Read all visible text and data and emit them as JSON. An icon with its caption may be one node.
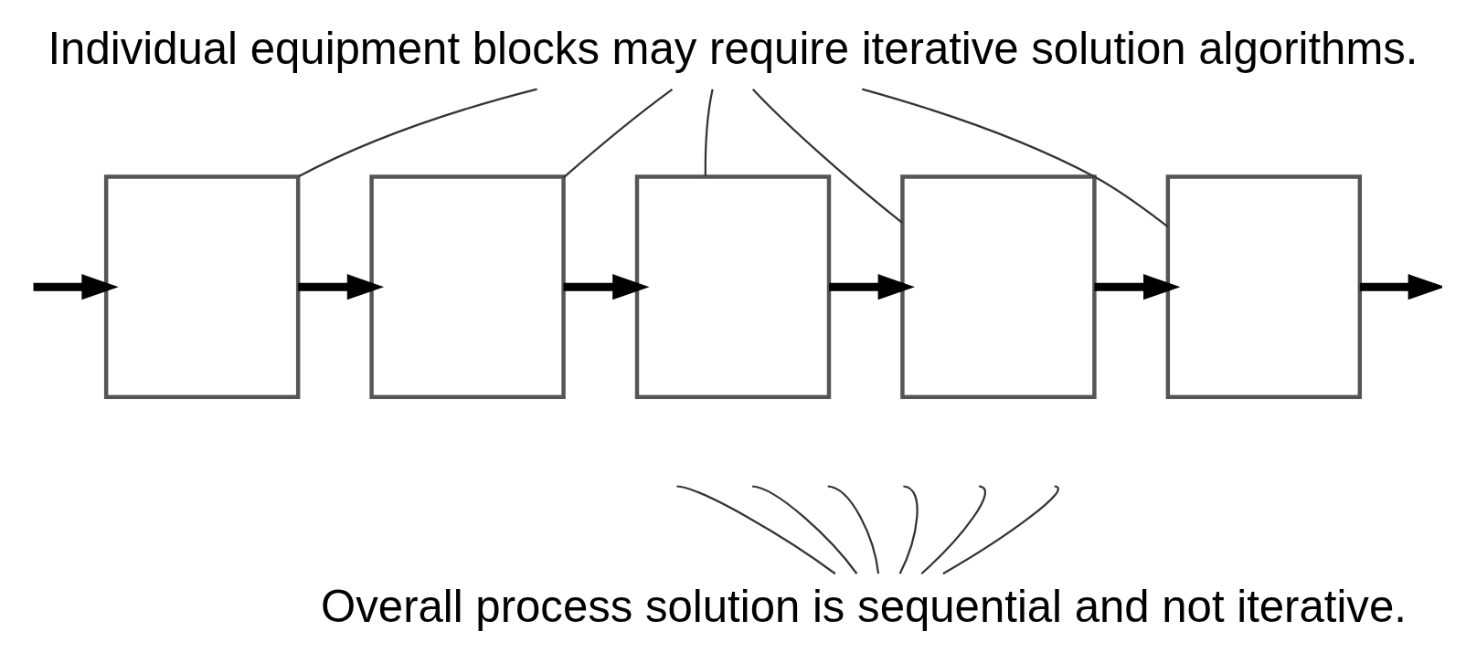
{
  "diagram": {
    "nodes": [
      {
        "text": [
          "Individual equipment blocks may require iterative solution algorithms."
        ]
      },
      {
        "text": [],
        "shape": "box"
      },
      {
        "text": [],
        "shape": "box"
      },
      {
        "text": [],
        "shape": "box"
      },
      {
        "text": [],
        "shape": "box"
      },
      {
        "text": [],
        "shape": "box"
      },
      {
        "text": [
          "Overall process solution is sequential and not iterative."
        ]
      }
    ],
    "edges": [
      {
        "from": null,
        "to": 1,
        "arrow": "to",
        "style": "thick"
      },
      {
        "from": 1,
        "to": 2,
        "arrow": "to",
        "style": "thick"
      },
      {
        "from": 2,
        "to": 3,
        "arrow": "to",
        "style": "thick"
      },
      {
        "from": 3,
        "to": 4,
        "arrow": "to",
        "style": "thick"
      },
      {
        "from": 4,
        "to": 5,
        "arrow": "to",
        "style": "thick"
      },
      {
        "from": 5,
        "to": null,
        "arrow": "to",
        "style": "thick"
      },
      {
        "from": 0,
        "to": 1,
        "arrow": "none"
      },
      {
        "from": 0,
        "to": 2,
        "arrow": "none"
      },
      {
        "from": 0,
        "to": 3,
        "arrow": "none"
      },
      {
        "from": 0,
        "to": 4,
        "arrow": "none"
      },
      {
        "from": 0,
        "to": 5,
        "arrow": "none"
      },
      {
        "from": 6,
        "to": null,
        "arrow": "none"
      },
      {
        "from": 6,
        "to": null,
        "arrow": "none"
      },
      {
        "from": 6,
        "to": null,
        "arrow": "none"
      },
      {
        "from": 6,
        "to": null,
        "arrow": "none"
      },
      {
        "from": 6,
        "to": null,
        "arrow": "none"
      },
      {
        "from": 6,
        "to": null,
        "arrow": "none"
      }
    ]
  }
}
